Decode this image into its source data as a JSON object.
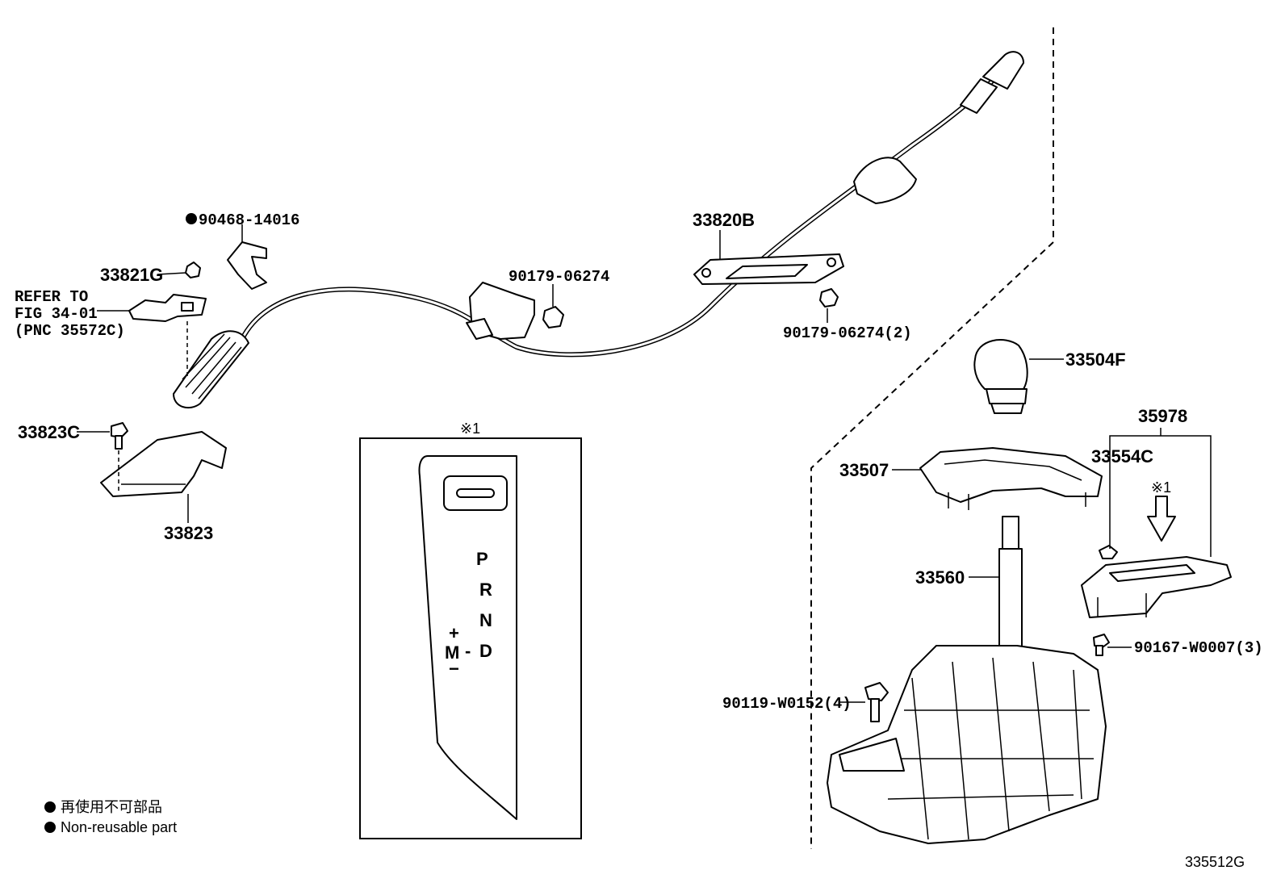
{
  "callouts": {
    "p90468": "90468-14016",
    "p33821g": "33821G",
    "refer_line1": "REFER TO",
    "refer_line2": "FIG 34-01",
    "refer_line3": "(PNC 35572C)",
    "p33823c": "33823C",
    "p33823": "33823",
    "p90179a": "90179-06274",
    "p33820b": "33820B",
    "p90179b": "90179-06274(2)",
    "p33504f": "33504F",
    "p35978": "35978",
    "p33507": "33507",
    "p33554c": "33554C",
    "ref_mark_1": "※1",
    "ref_mark_2": "※1",
    "p33560": "33560",
    "p90167": "90167-W0007(3)",
    "p90119": "90119-W0152(4)"
  },
  "shift_gate": {
    "p": "P",
    "r": "R",
    "n": "N",
    "d": "D",
    "plus": "+",
    "m": "M",
    "dash": "-",
    "minus": "−"
  },
  "legend": {
    "japanese": "再使用不可部品",
    "english": "Non-reusable part"
  },
  "figure_id": "335512G"
}
